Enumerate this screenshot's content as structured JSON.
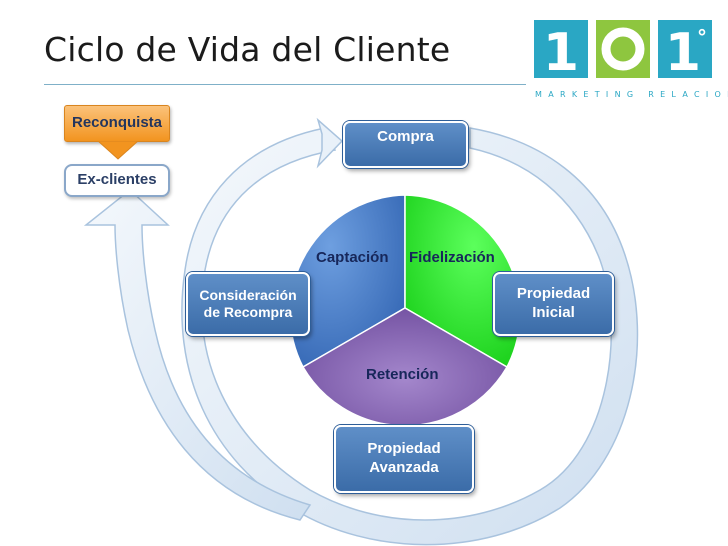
{
  "slide": {
    "title": "Ciclo de Vida del Cliente"
  },
  "logo": {
    "digits": [
      "1",
      "0",
      "1"
    ],
    "degree": "°",
    "tagline": "MARKETING RELACIONAL",
    "colors": {
      "blue": "#2aa7c4",
      "green": "#8ec63f"
    }
  },
  "diagram": {
    "stages": {
      "compra": "Compra",
      "propiedad_inicial": "Propiedad\nInicial",
      "propiedad_avanzada": "Propiedad\nAvanzada",
      "consideracion": "Consideración\nde Recompra"
    },
    "segments": {
      "captacion": "Captación",
      "fidelizacion": "Fidelización",
      "retencion": "Retención"
    },
    "reconquista": "Reconquista",
    "ex_clientes": "Ex-clientes",
    "colors": {
      "captacion": "#3d75c5",
      "fidelizacion": "#1ee61e",
      "retencion": "#7c54a8",
      "stage_box": "#3d6faa",
      "arrow": "#d8e6f4",
      "arrow_edge": "#a9c3de",
      "reconquista": "#f5a23a"
    }
  }
}
